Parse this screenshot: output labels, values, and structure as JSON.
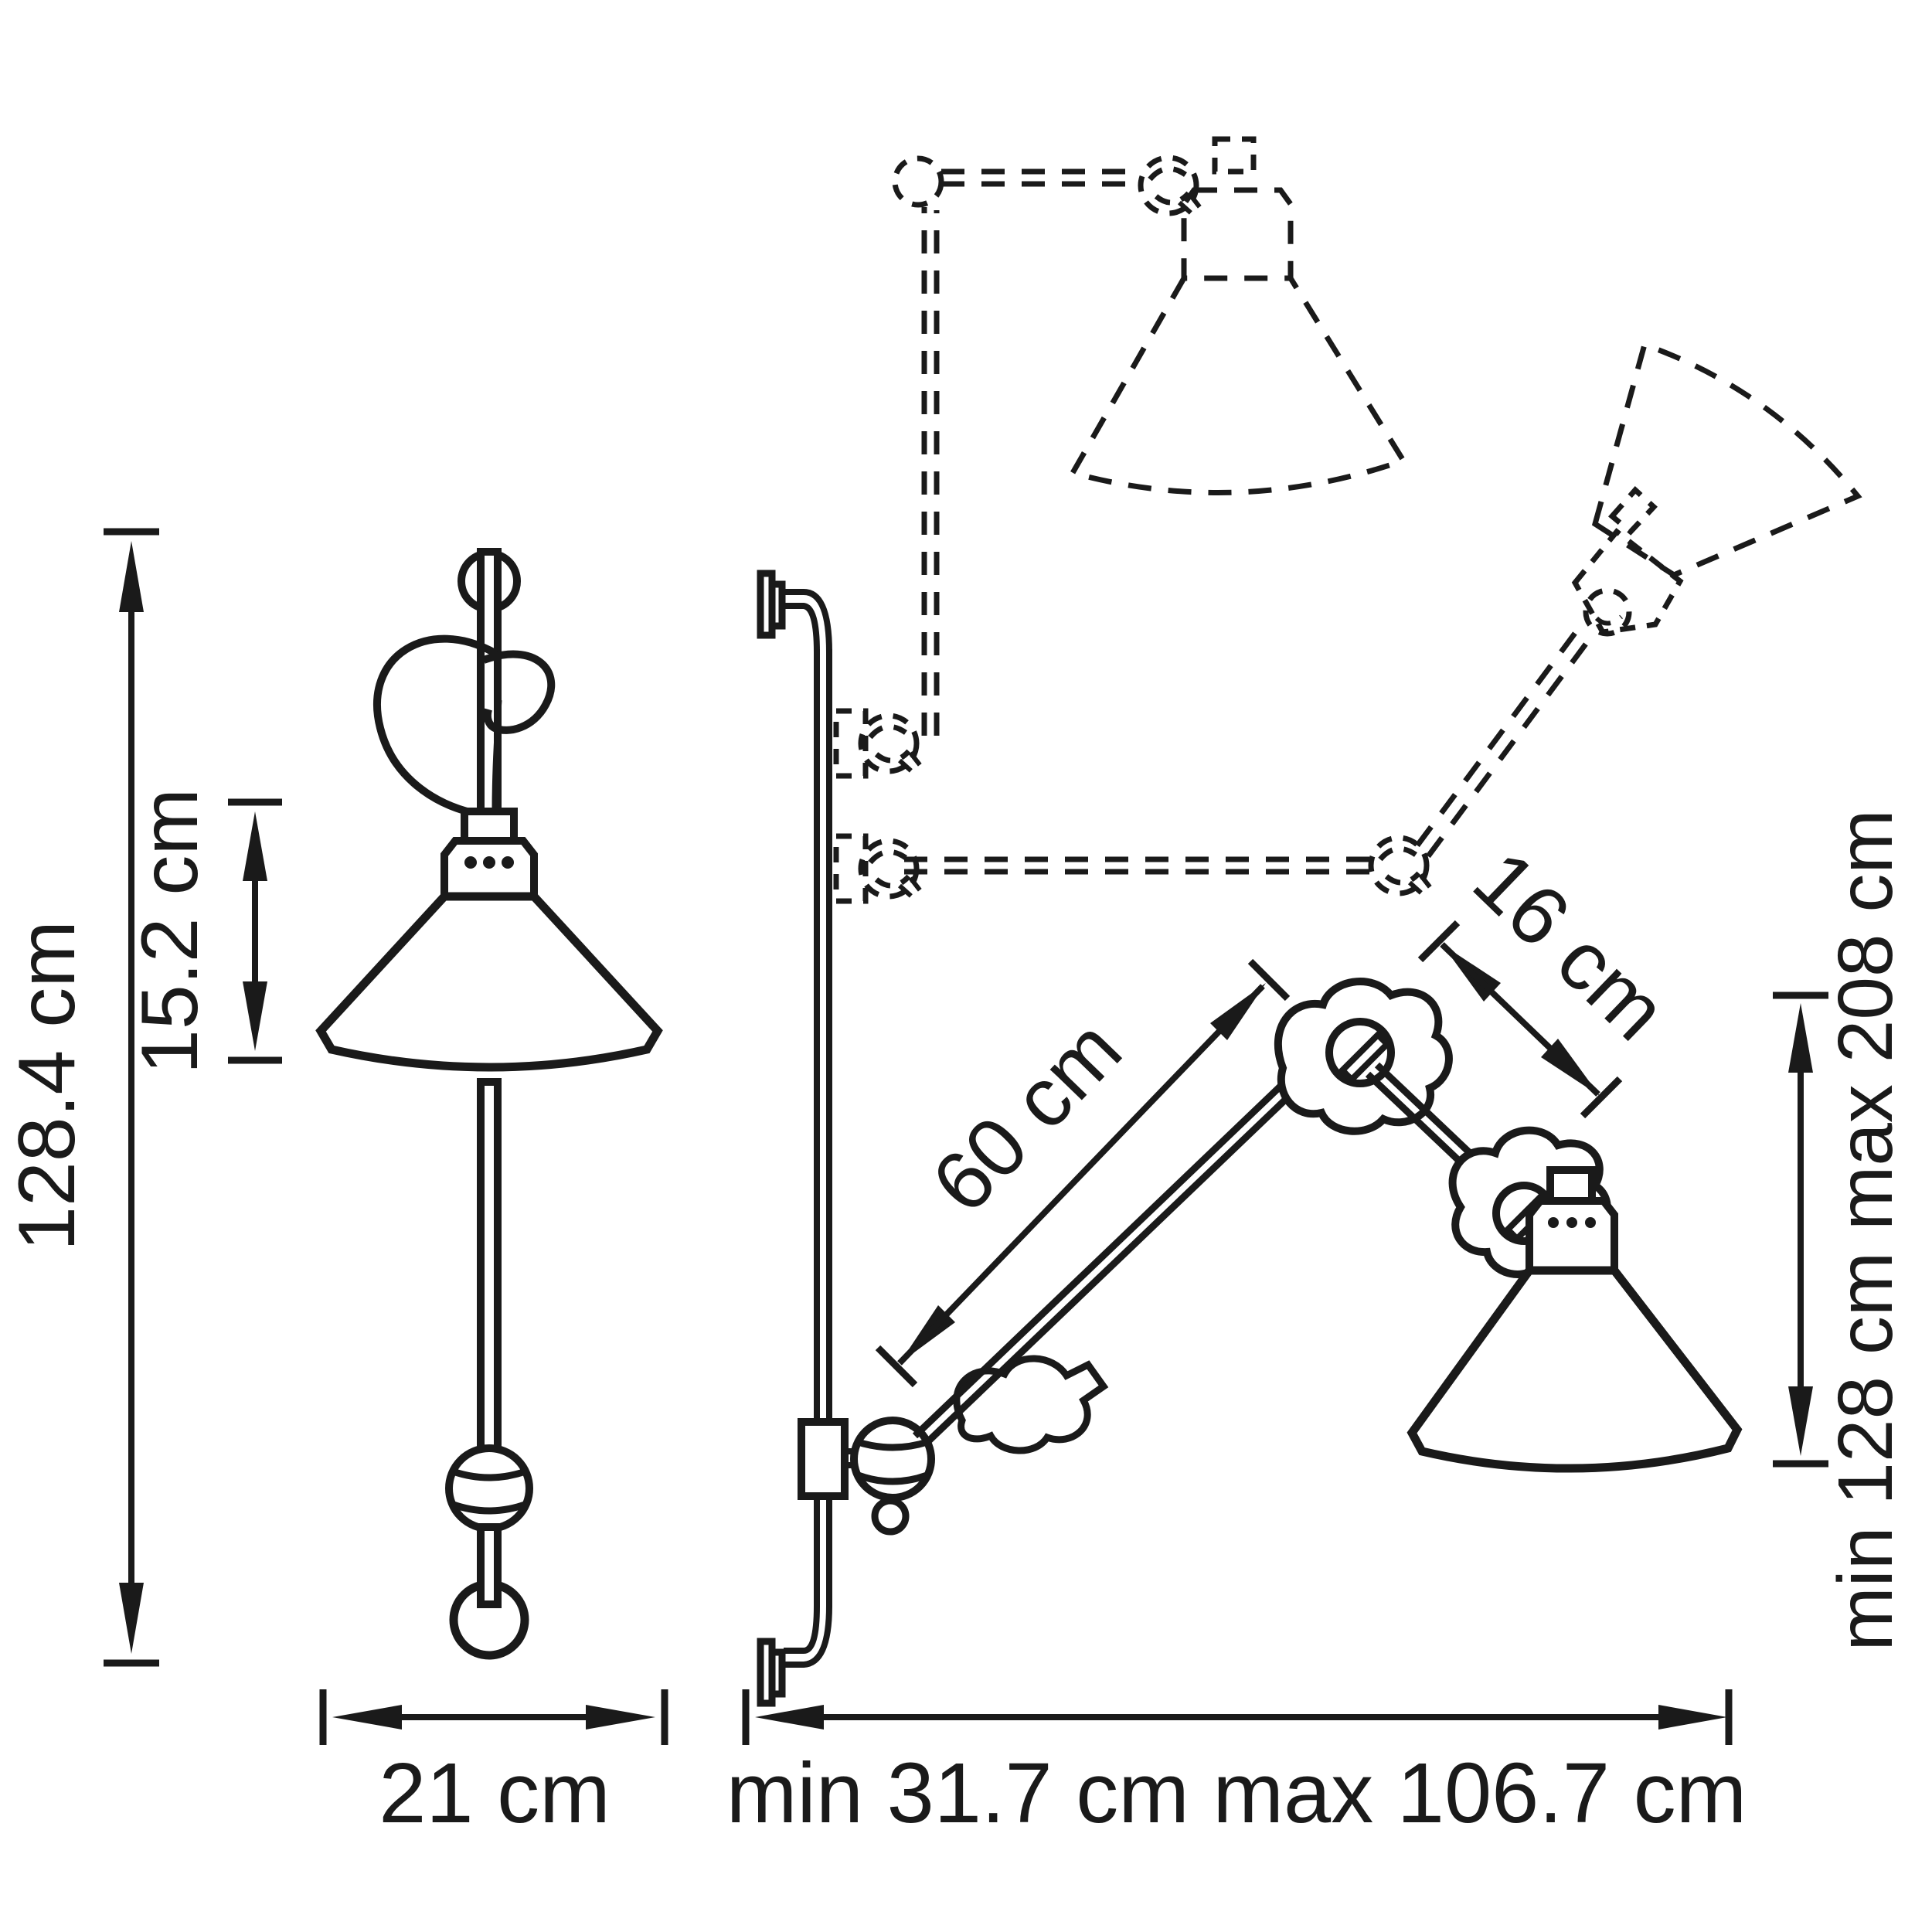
{
  "diagram": {
    "type": "technical-dimension-drawing",
    "subject": "wall lamp with articulated arm",
    "background_color": "#ffffff",
    "line_color": "#1a1a1a",
    "front_view": {
      "height_label": "128.4 cm",
      "shade_height_label": "15.2 cm",
      "width_label": "21 cm"
    },
    "side_view": {
      "arm_length_label": "60 cm",
      "arm_offset_label": "16 cm",
      "vertical_range_label": "min 128 cm max 208 cm",
      "horizontal_range_label": "min 31.7 cm max 106.7 cm"
    }
  }
}
